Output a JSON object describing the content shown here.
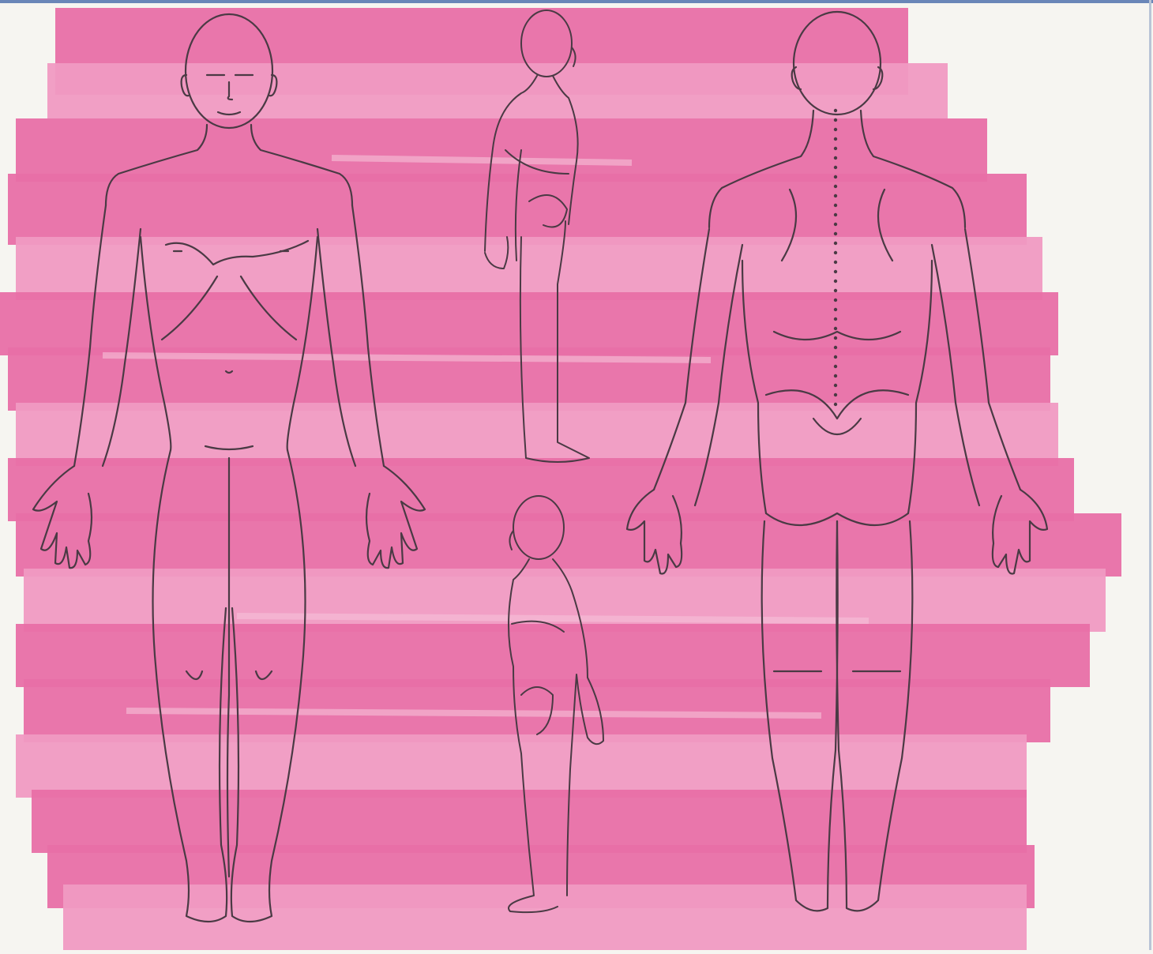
{
  "diagram": {
    "type": "body-outline-chart",
    "views": [
      {
        "name": "anterior",
        "description_key": "front-view"
      },
      {
        "name": "posterior",
        "description_key": "back-view"
      },
      {
        "name": "lateral-right",
        "description_key": "side-view-upper"
      },
      {
        "name": "lateral-left",
        "description_key": "side-view-lower"
      }
    ],
    "shading": {
      "color": "#e86fa6",
      "coverage": "whole-body"
    },
    "colors": {
      "paper": "#f6f5f1",
      "highlighter": "#e86fa6",
      "highlighter_light": "#f09ac2",
      "line": "#4a3a44",
      "frame": "#6a86b8"
    }
  }
}
